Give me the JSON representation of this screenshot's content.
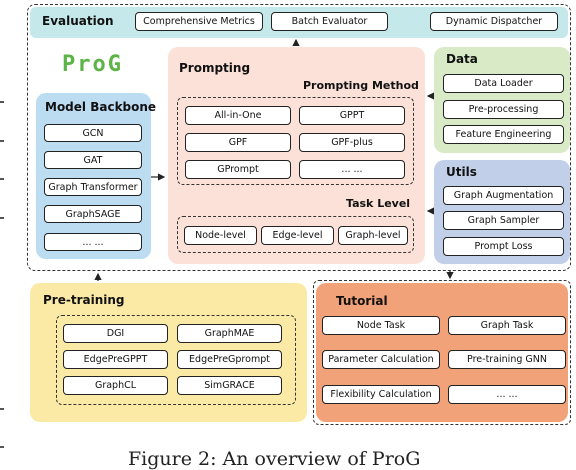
{
  "logo": "ProG",
  "evaluation": {
    "title": "Evaluation",
    "items": [
      "Comprehensive Metrics",
      "Batch Evaluator",
      "Dynamic Dispatcher"
    ]
  },
  "model_backbone": {
    "title": "Model Backbone",
    "items": [
      "GCN",
      "GAT",
      "Graph Transformer",
      "GraphSAGE",
      "... ..."
    ]
  },
  "prompting": {
    "title": "Prompting",
    "method_title": "Prompting Method",
    "methods": [
      "All-in-One",
      "GPPT",
      "GPF",
      "GPF-plus",
      "GPrompt",
      "... ..."
    ],
    "task_title": "Task Level",
    "tasks": [
      "Node-level",
      "Edge-level",
      "Graph-level"
    ]
  },
  "data": {
    "title": "Data",
    "items": [
      "Data Loader",
      "Pre-processing",
      "Feature Engineering"
    ]
  },
  "utils": {
    "title": "Utils",
    "items": [
      "Graph Augmentation",
      "Graph Sampler",
      "Prompt Loss"
    ]
  },
  "pretraining": {
    "title": "Pre-training",
    "items": [
      "DGI",
      "GraphMAE",
      "EdgePreGPPT",
      "EdgePreGprompt",
      "GraphCL",
      "SimGRACE"
    ]
  },
  "tutorial": {
    "title": "Tutorial",
    "items": [
      "Node Task",
      "Graph Task",
      "Parameter Calculation",
      "Pre-training GNN",
      "Flexibility Calculation",
      "... ..."
    ]
  },
  "caption": "Figure 2: An overview of ProG",
  "colors": {
    "evaluation": "#c5e8ea",
    "model_backbone": "#bcdcf2",
    "prompting": "#fbe1d7",
    "data": "#d8ebc6",
    "utils": "#c2cfe8",
    "pretraining": "#fbeaa6",
    "tutorial": "#f2a278",
    "logo": "#5cb446"
  }
}
